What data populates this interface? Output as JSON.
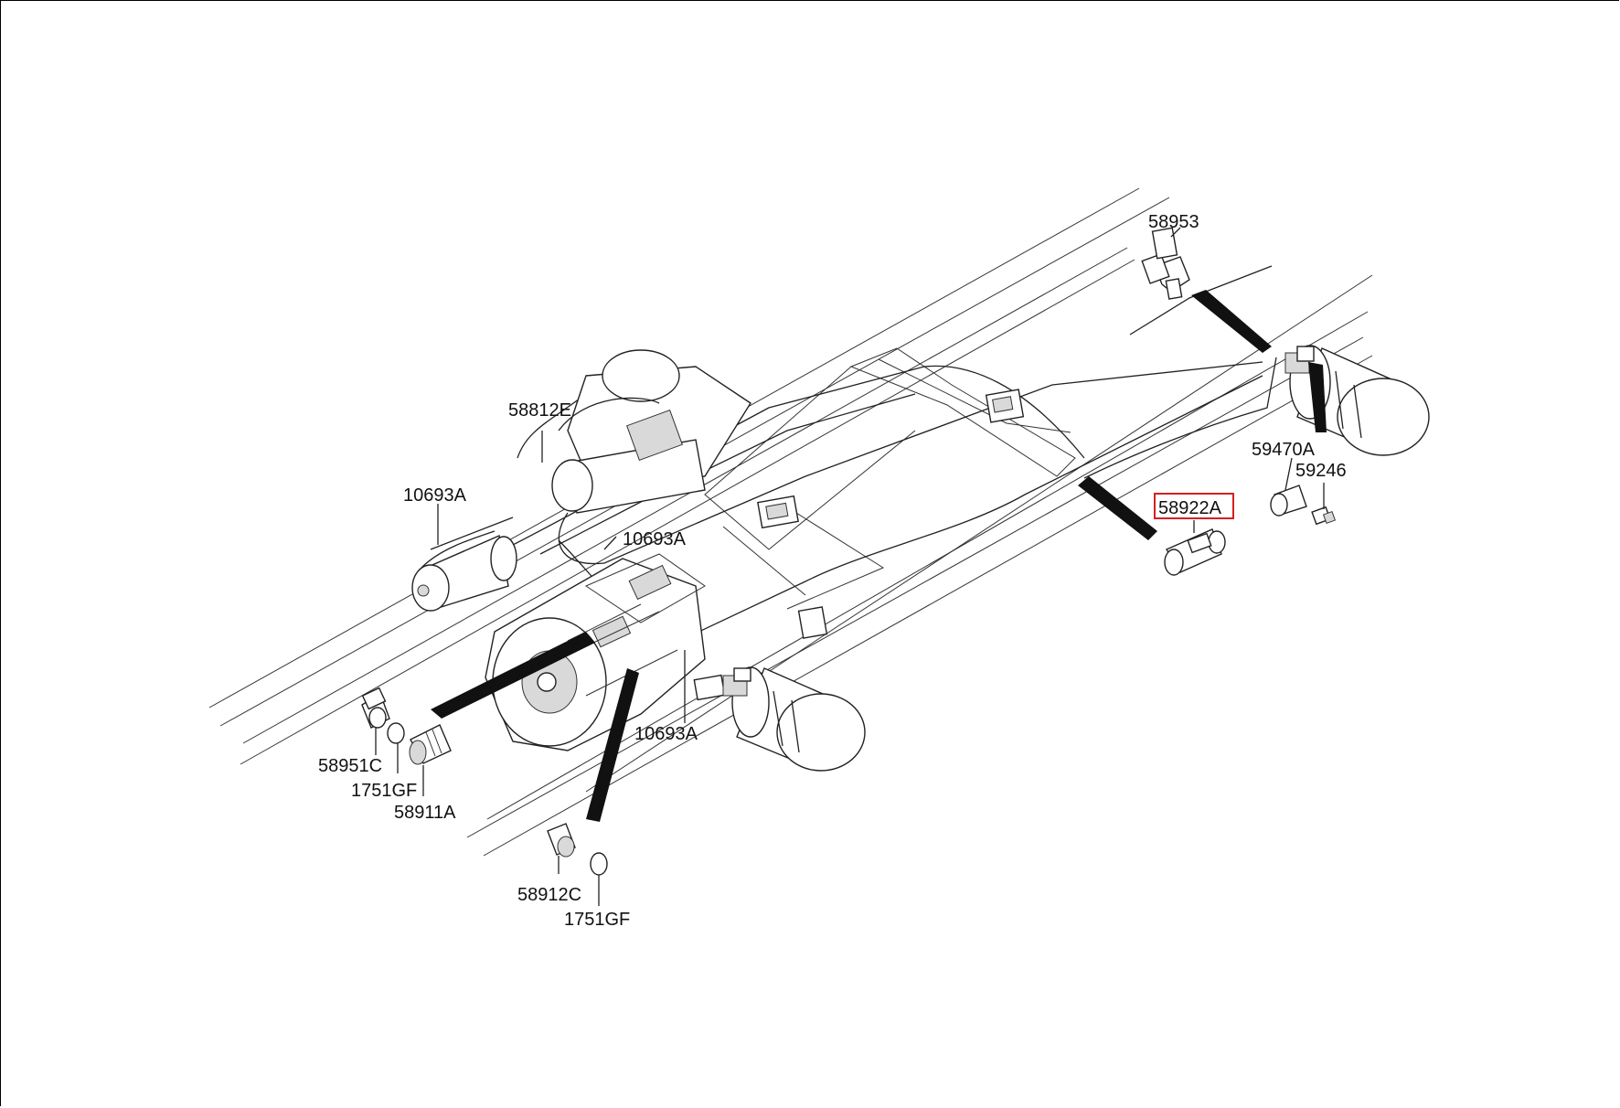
{
  "diagram": {
    "labels": [
      {
        "id": "l58953",
        "text": "58953"
      },
      {
        "id": "l58812E",
        "text": "58812E"
      },
      {
        "id": "l10693A_1",
        "text": "10693A"
      },
      {
        "id": "l10693A_2",
        "text": "10693A"
      },
      {
        "id": "l10693A_3",
        "text": "10693A"
      },
      {
        "id": "l59470A",
        "text": "59470A"
      },
      {
        "id": "l59246",
        "text": "59246"
      },
      {
        "id": "l58922A",
        "text": "58922A"
      },
      {
        "id": "l58951C",
        "text": "58951C"
      },
      {
        "id": "l1751GF_1",
        "text": "1751GF"
      },
      {
        "id": "l58911A",
        "text": "58911A"
      },
      {
        "id": "l58912C",
        "text": "58912C"
      },
      {
        "id": "l1751GF_2",
        "text": "1751GF"
      }
    ],
    "highlighted_part": "58922A",
    "highlight_color": "#d62020"
  }
}
